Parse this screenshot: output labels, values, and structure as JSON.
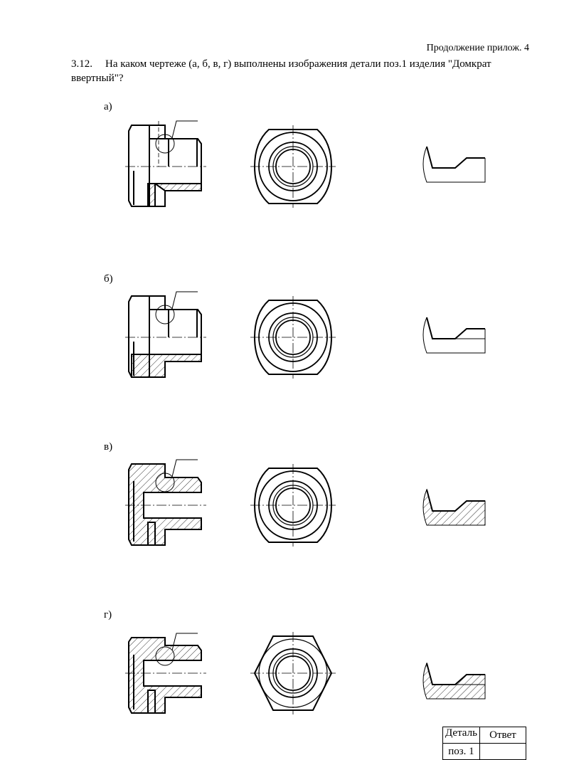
{
  "header": "Продолжение прилож. 4",
  "question": {
    "number": "3.12.",
    "text": "На каком чертеже (а, б, в, г) выполнены изображения детали поз.1 изделия \"Домкрат ввертный\"?"
  },
  "variants": [
    {
      "label": "а)"
    },
    {
      "label": "б)"
    },
    {
      "label": "в)"
    },
    {
      "label": "г)"
    }
  ],
  "answer_table": {
    "col1_header": "Деталь",
    "col1_value": "поз. 1",
    "col2_header": "Ответ",
    "col2_value": ""
  }
}
